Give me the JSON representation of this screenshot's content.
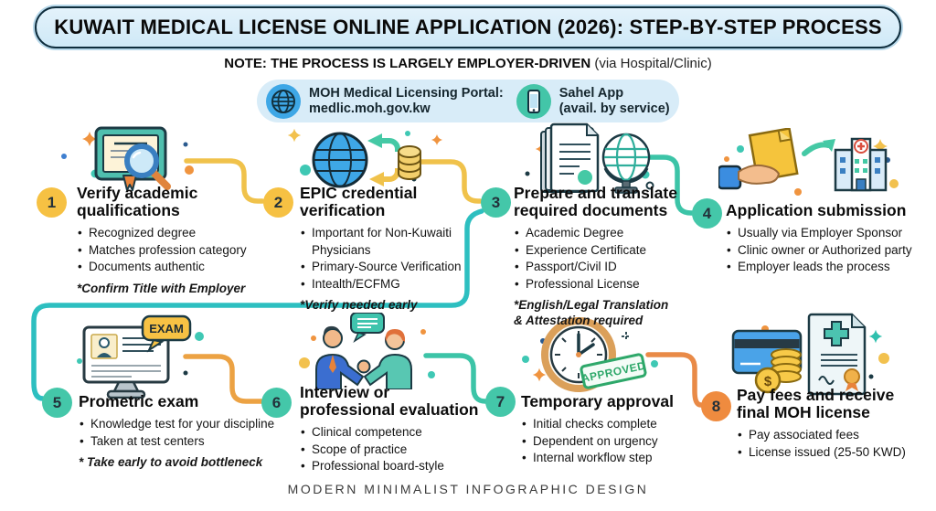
{
  "header": {
    "title": "KUWAIT MEDICAL LICENSE ONLINE APPLICATION (2026): STEP-BY-STEP PROCESS",
    "note_bold": "NOTE: THE PROCESS IS LARGELY EMPLOYER-DRIVEN",
    "note_regular": "(via Hospital/Clinic)"
  },
  "resources": {
    "portal": {
      "label": "MOH Medical Licensing Portal:",
      "url": "medlic.moh.gov.kw"
    },
    "app": {
      "name": "Sahel App",
      "availability": "(avail. by service)"
    }
  },
  "steps": [
    {
      "number": "1",
      "title_lines": [
        "Verify academic",
        "qualifications"
      ],
      "bullets": [
        "Recognized degree",
        "Matches profession category",
        "Documents authentic"
      ],
      "note_lines": [
        "*Confirm Title with Employer"
      ],
      "badge_color": "#f6c143"
    },
    {
      "number": "2",
      "title_lines": [
        "EPIC credential",
        "verification"
      ],
      "bullets": [
        "Important for Non-Kuwaiti Physicians",
        "Primary-Source Verification",
        "Intealth/ECFMG"
      ],
      "note_lines": [
        "*Verify needed early"
      ],
      "badge_color": "#f6c143"
    },
    {
      "number": "3",
      "title_lines": [
        "Prepare and translate",
        "required documents"
      ],
      "bullets": [
        "Academic Degree",
        "Experience Certificate",
        "Passport/Civil ID",
        "Professional License"
      ],
      "note_lines": [
        "*English/Legal Translation",
        "& Attestation required"
      ],
      "badge_color": "#44c7a9"
    },
    {
      "number": "4",
      "title_lines": [
        "Application submission"
      ],
      "bullets": [
        "Usually via Employer Sponsor",
        "Clinic owner or Authorized party",
        "Employer leads the process"
      ],
      "note_lines": [],
      "badge_color": "#44c7a9"
    },
    {
      "number": "5",
      "title_lines": [
        "Prometric exam"
      ],
      "bullets": [
        "Knowledge test for your discipline",
        "Taken at test centers"
      ],
      "note_lines": [
        "* Take early to avoid bottleneck"
      ],
      "badge_color": "#44c7a9"
    },
    {
      "number": "6",
      "title_lines": [
        "Interview or",
        "professional evaluation"
      ],
      "bullets": [
        "Clinical competence",
        "Scope of practice",
        "Professional board-style"
      ],
      "note_lines": [],
      "badge_color": "#44c7a9"
    },
    {
      "number": "7",
      "title_lines": [
        "Temporary approval"
      ],
      "bullets": [
        "Initial checks complete",
        "Dependent on urgency",
        "Internal workflow step"
      ],
      "note_lines": [],
      "badge_color": "#44c7a9"
    },
    {
      "number": "8",
      "title_lines": [
        "Pay fees and receive",
        "final MOH license"
      ],
      "bullets": [
        "Pay associated fees",
        "License issued (25-50 KWD)"
      ],
      "note_lines": [],
      "badge_color": "#ef8b3f"
    }
  ],
  "icon_labels": {
    "exam_bubble": "EXAM",
    "approved_stamp": "APPROVED",
    "coin_symbol": "$"
  },
  "footer": {
    "caption": "MODERN MINIMALIST INFOGRAPHIC DESIGN"
  },
  "colors": {
    "connector_yellow": "#f0c24b",
    "connector_teal": "#3cc4a7",
    "connector_cyan": "#2dbfc0",
    "connector_orange_light": "#eca243",
    "connector_orange": "#e98a47"
  }
}
